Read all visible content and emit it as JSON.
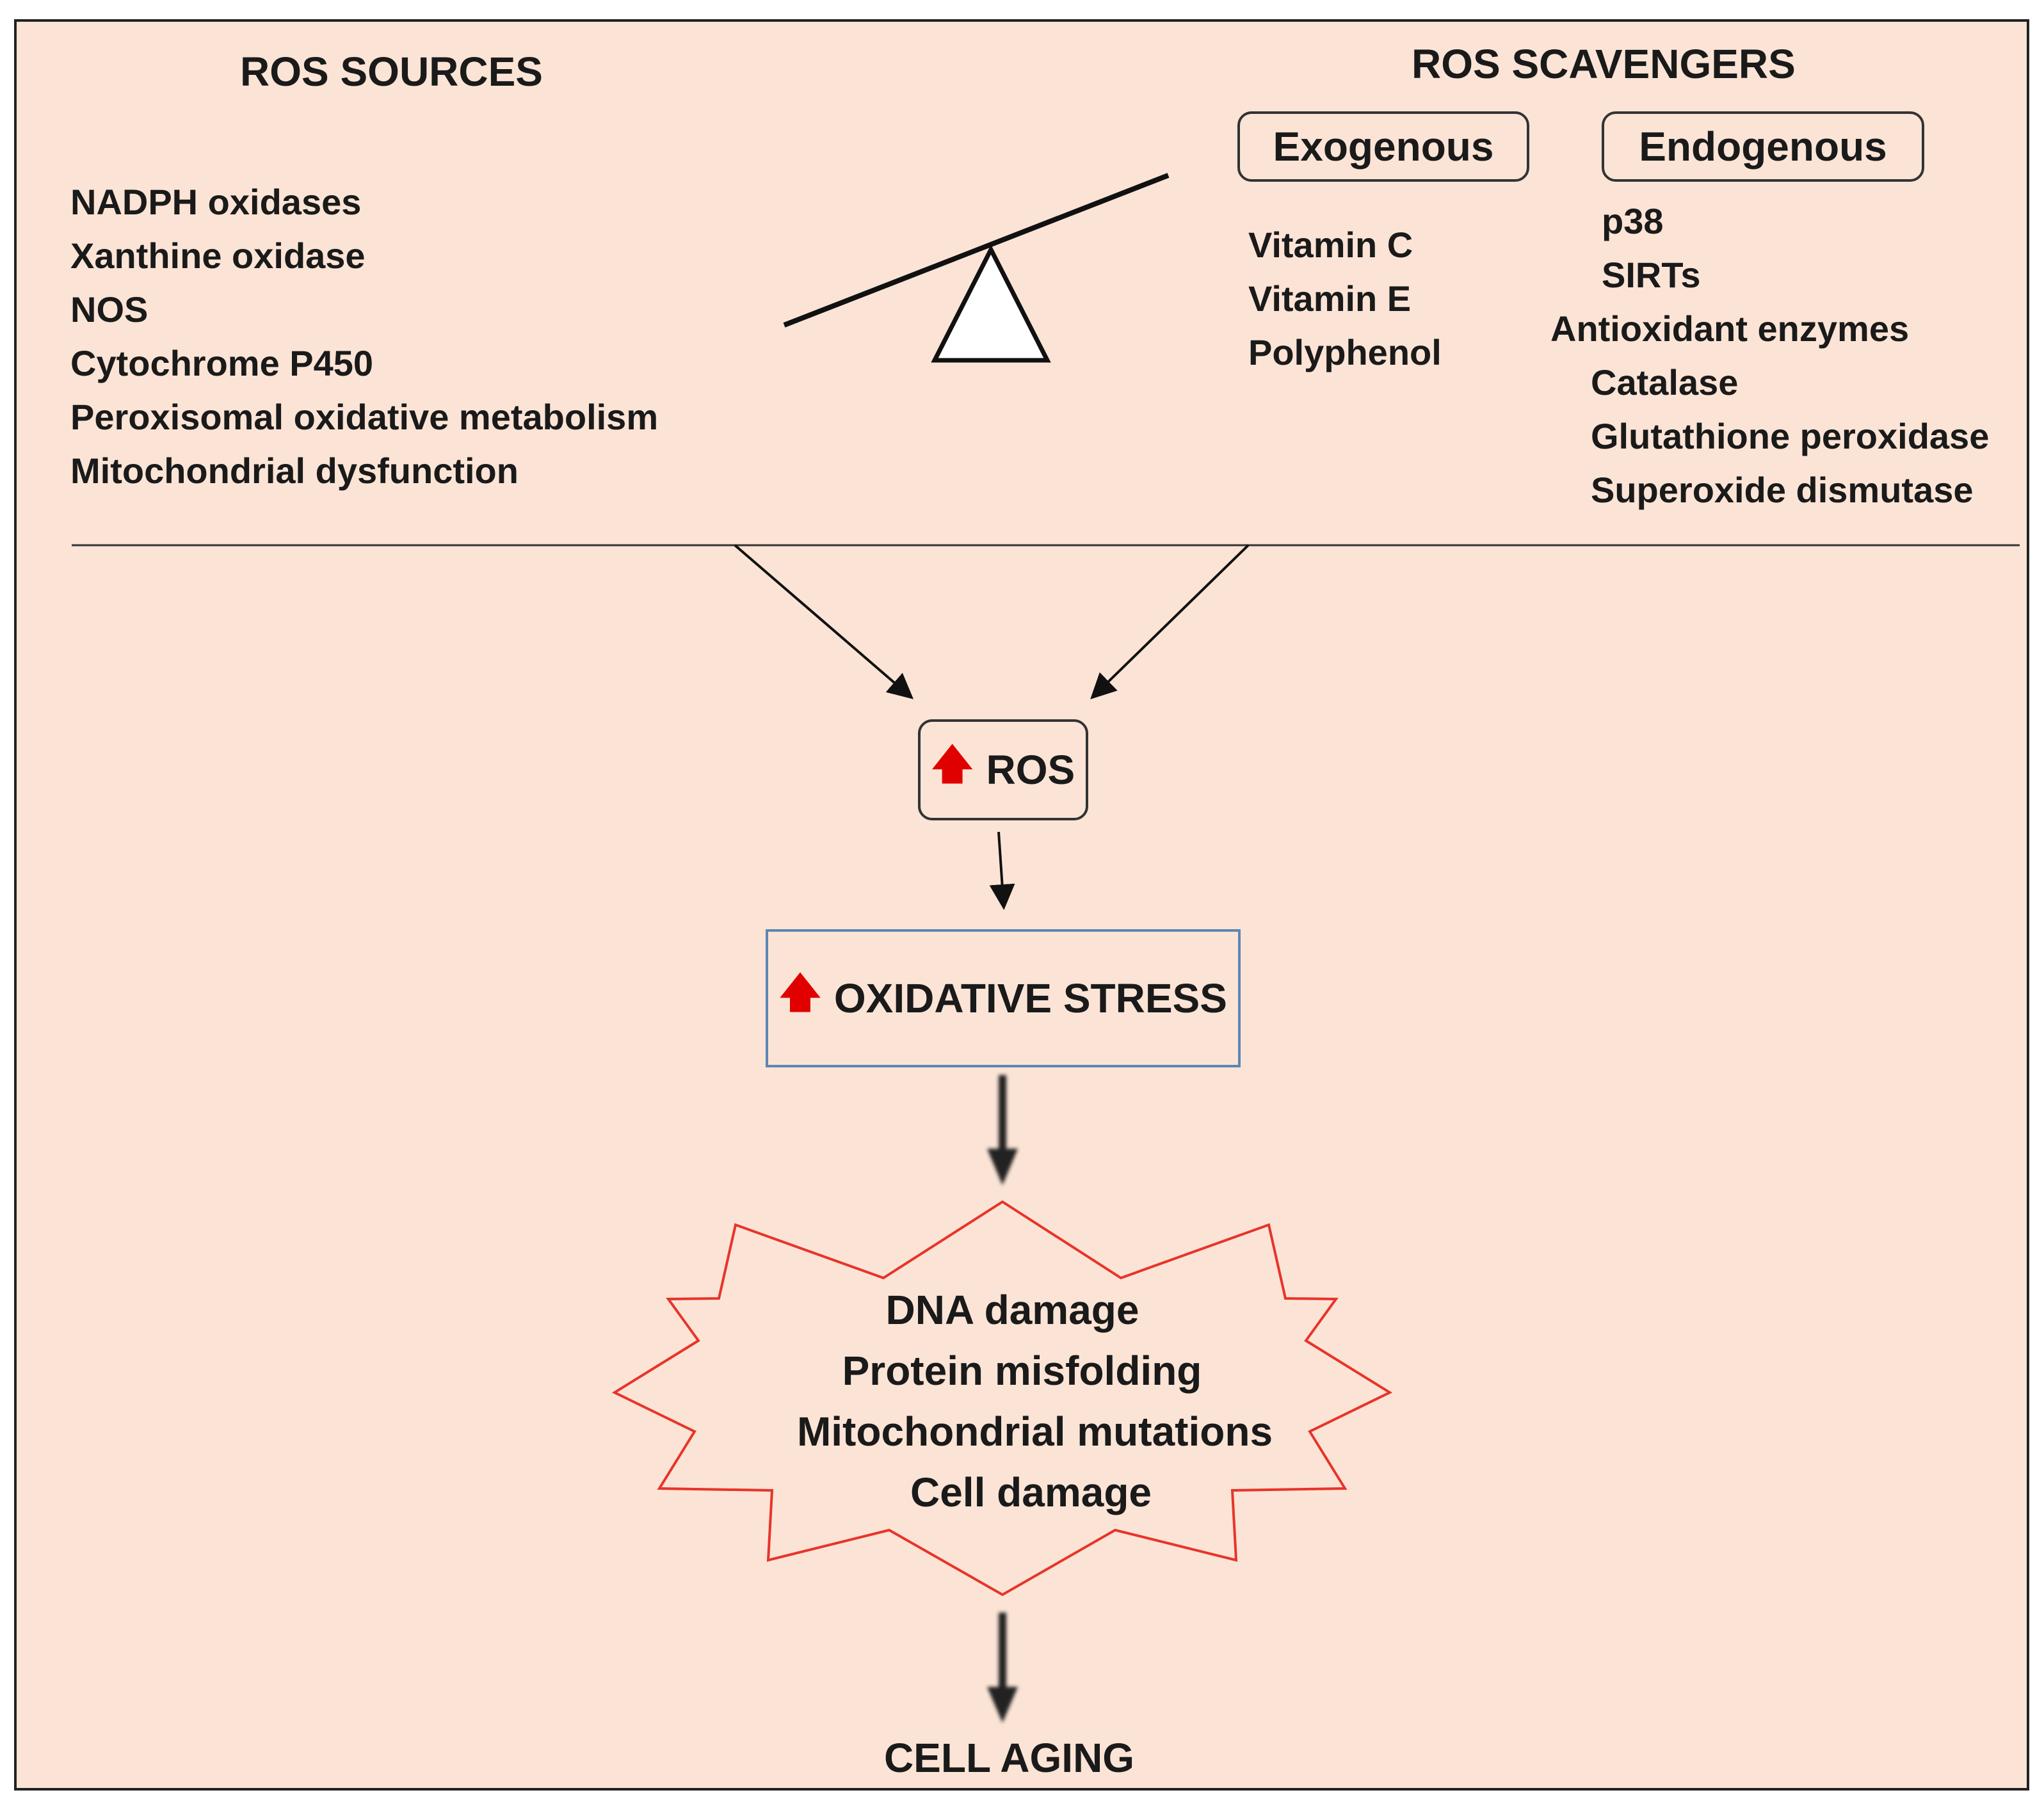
{
  "sources": {
    "title": "ROS SOURCES",
    "items": [
      "NADPH oxidases",
      "Xanthine oxidase",
      "NOS",
      "Cytochrome P450",
      "Peroxisomal oxidative metabolism",
      "Mitochondrial dysfunction"
    ]
  },
  "scavengers": {
    "title": "ROS SCAVENGERS",
    "exogenous": {
      "label": "Exogenous",
      "items": [
        "Vitamin C",
        "Vitamin E",
        "Polyphenol"
      ]
    },
    "endogenous": {
      "label": "Endogenous",
      "items": [
        "p38",
        "SIRTs",
        "Antioxidant enzymes",
        "Catalase",
        "Glutathione peroxidase",
        "Superoxide dismutase"
      ]
    }
  },
  "ros": {
    "label": "ROS"
  },
  "stress": {
    "label": "OXIDATIVE STRESS"
  },
  "damage": {
    "items": [
      "DNA damage",
      "Protein misfolding",
      "Mitochondrial mutations",
      "Cell damage"
    ]
  },
  "outcome": {
    "label": "CELL AGING"
  },
  "colors": {
    "background": "#fbe4d6",
    "up_arrow": "#e00000",
    "star_outline": "#e8342a",
    "stress_border": "#5b87b5"
  }
}
